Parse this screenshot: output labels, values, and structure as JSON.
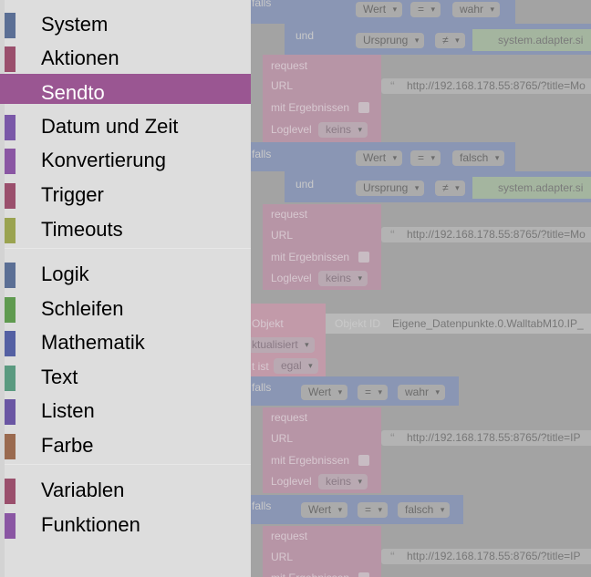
{
  "toolbox": {
    "categories": [
      {
        "label": "System",
        "color": "#5b6f95"
      },
      {
        "label": "Aktionen",
        "color": "#9a4f6c"
      },
      {
        "label": "Sendto",
        "color": "#9a5692",
        "selected": true
      },
      {
        "label": "Datum und Zeit",
        "color": "#7a58a8"
      },
      {
        "label": "Konvertierung",
        "color": "#8a56a3"
      },
      {
        "label": "Trigger",
        "color": "#9a4f6c"
      },
      {
        "label": "Timeouts",
        "color": "#9aa350"
      },
      {
        "label": "Logik",
        "color": "#5b6f95"
      },
      {
        "label": "Schleifen",
        "color": "#5f9a4f"
      },
      {
        "label": "Mathematik",
        "color": "#5460a3"
      },
      {
        "label": "Text",
        "color": "#5a9a80"
      },
      {
        "label": "Listen",
        "color": "#6a56a3"
      },
      {
        "label": "Farbe",
        "color": "#9a6a4f"
      },
      {
        "label": "Variablen",
        "color": "#9a4f6c"
      },
      {
        "label": "Funktionen",
        "color": "#8a56a3"
      }
    ]
  },
  "workspace": {
    "labels": {
      "falls": "falls",
      "und": "und",
      "request": "request",
      "url": "URL",
      "mit_ergebnissen": "mit Ergebnissen",
      "loglevel": "Loglevel",
      "objekt": "Objekt",
      "objekt_id": "Objekt ID",
      "aktualisiert": "ktualisiert",
      "ist": "t ist"
    },
    "values": {
      "wert": "Wert",
      "eq": "=",
      "neq": "≠",
      "wahr": "wahr",
      "falsch": "falsch",
      "ursprung": "Ursprung",
      "adapter": "system.adapter.si",
      "keins": "keins",
      "egal": "egal",
      "url1": "http://192.168.178.55:8765/?title=Mo",
      "url2": "http://192.168.178.55:8765/?title=Mo",
      "url3": "http://192.168.178.55:8765/?title=IP",
      "url4": "http://192.168.178.55:8765/?title=IP",
      "datapoint": "Eigene_Datenpunkte.0.WalltabM10.IP_"
    }
  }
}
